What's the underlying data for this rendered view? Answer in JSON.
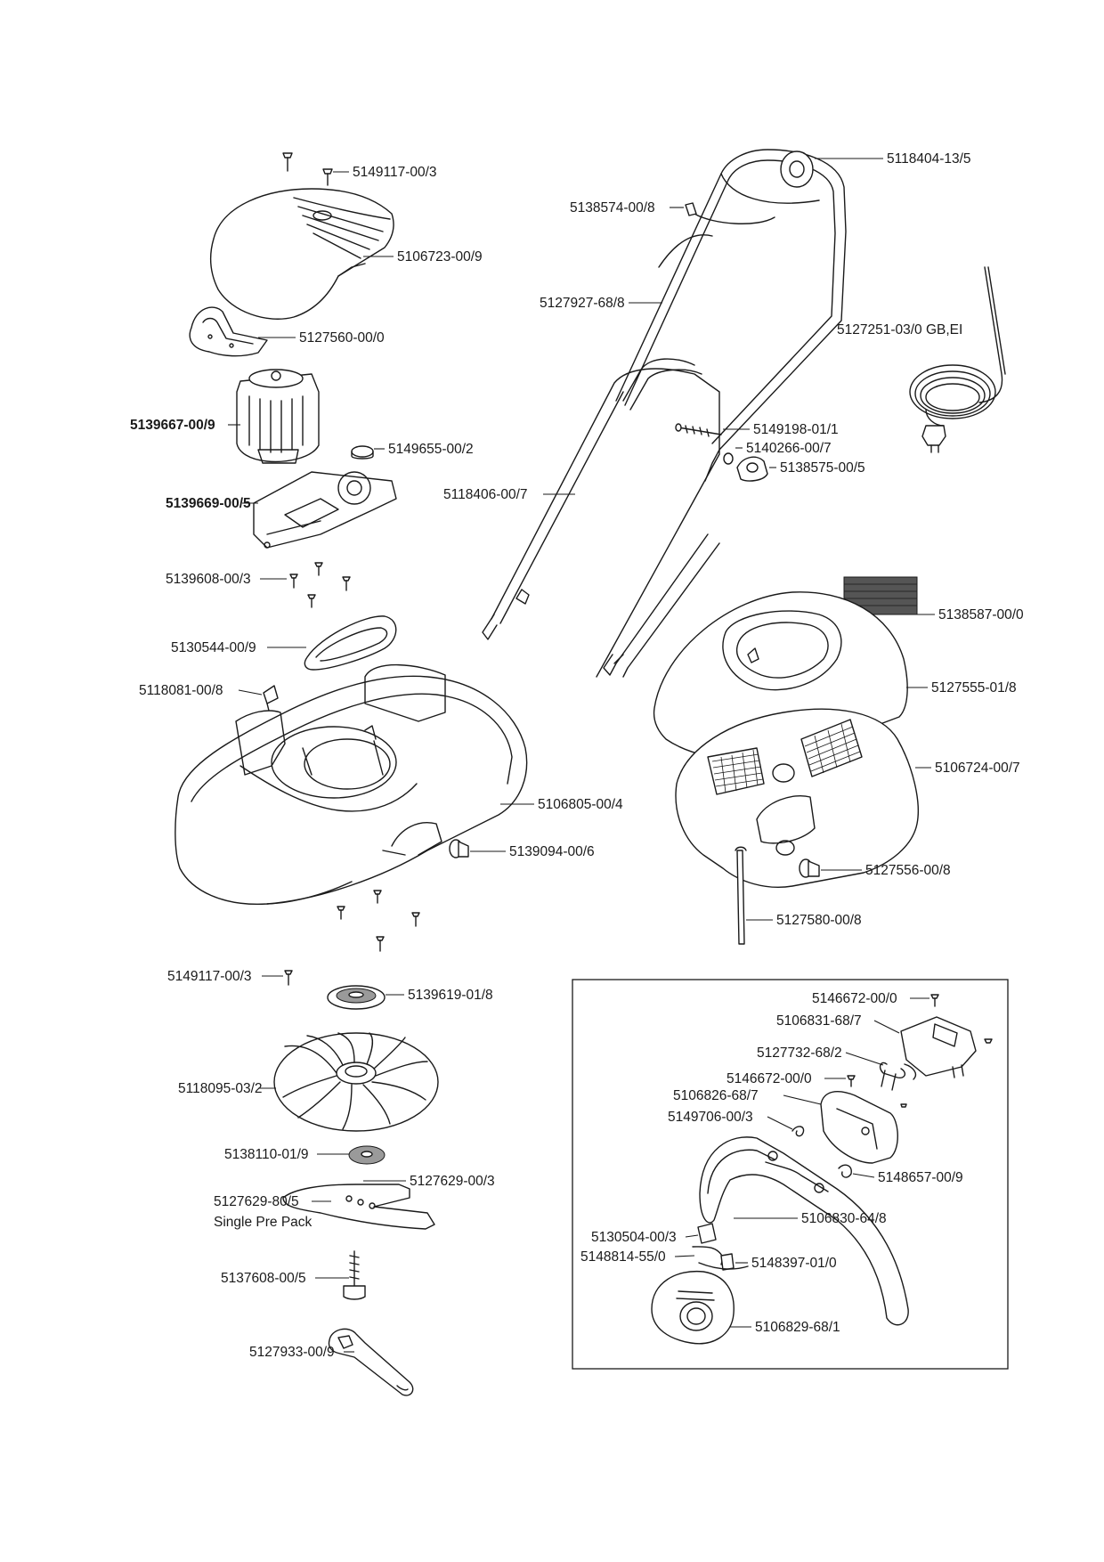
{
  "labels": {
    "p5149117a": "5149117-00/3",
    "p5106723": "5106723-00/9",
    "p5127560": "5127560-00/0",
    "p5139667": "5139667-00/9",
    "p5149655": "5149655-00/2",
    "p5139669": "5139669-00/5",
    "p5139608": "5139608-00/3",
    "p5130544": "5130544-00/9",
    "p5118081": "5118081-00/8",
    "p5106805": "5106805-00/4",
    "p5139094": "5139094-00/6",
    "p5149117b": "5149117-00/3",
    "p5139619": "5139619-01/8",
    "p5118095": "5118095-03/2",
    "p5138110": "5138110-01/9",
    "p5127629": "5127629-00/3",
    "p5127629pp": "5127629-80/5",
    "p5127629pp_note": "Single Pre Pack",
    "p5137608": "5137608-00/5",
    "p5127933": "5127933-00/9",
    "p5118404": "5118404-13/5",
    "p5138574": "5138574-00/8",
    "p5127927": "5127927-68/8",
    "p5127251": "5127251-03/0 GB,EI",
    "p5149198": "5149198-01/1",
    "p5140266": "5140266-00/7",
    "p5138575": "5138575-00/5",
    "p5118406": "5118406-00/7",
    "p5138587": "5138587-00/0",
    "p5127555": "5127555-01/8",
    "p5106724": "5106724-00/7",
    "p5127556": "5127556-00/8",
    "p5127580": "5127580-00/8",
    "p5146672a": "5146672-00/0",
    "p5106831": "5106831-68/7",
    "p5127732": "5127732-68/2",
    "p5146672b": "5146672-00/0",
    "p5106826": "5106826-68/7",
    "p5149706": "5149706-00/3",
    "p5148657": "5148657-00/9",
    "p5106830": "5106830-64/8",
    "p5130504": "5130504-00/3",
    "p5148814": "5148814-55/0",
    "p5148397": "5148397-01/0",
    "p5106829": "5106829-68/1"
  }
}
